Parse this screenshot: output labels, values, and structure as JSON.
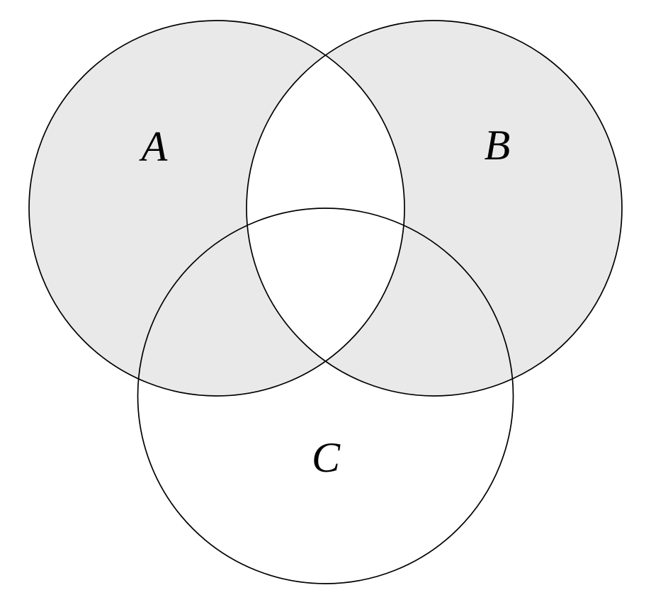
{
  "diagram": {
    "type": "venn-3-set",
    "labels": {
      "set_a": "A",
      "set_b": "B",
      "set_c": "C"
    },
    "colors": {
      "background": "#ffffff",
      "shaded_fill": "#e9e9e9",
      "outline": "#000000"
    },
    "shading": {
      "filled_regions": [
        "A \\ B",
        "B \\ A"
      ],
      "unfilled_regions": [
        "A ∩ B",
        "C \\ (A ∪ B)"
      ],
      "represents": "A △ B"
    }
  }
}
